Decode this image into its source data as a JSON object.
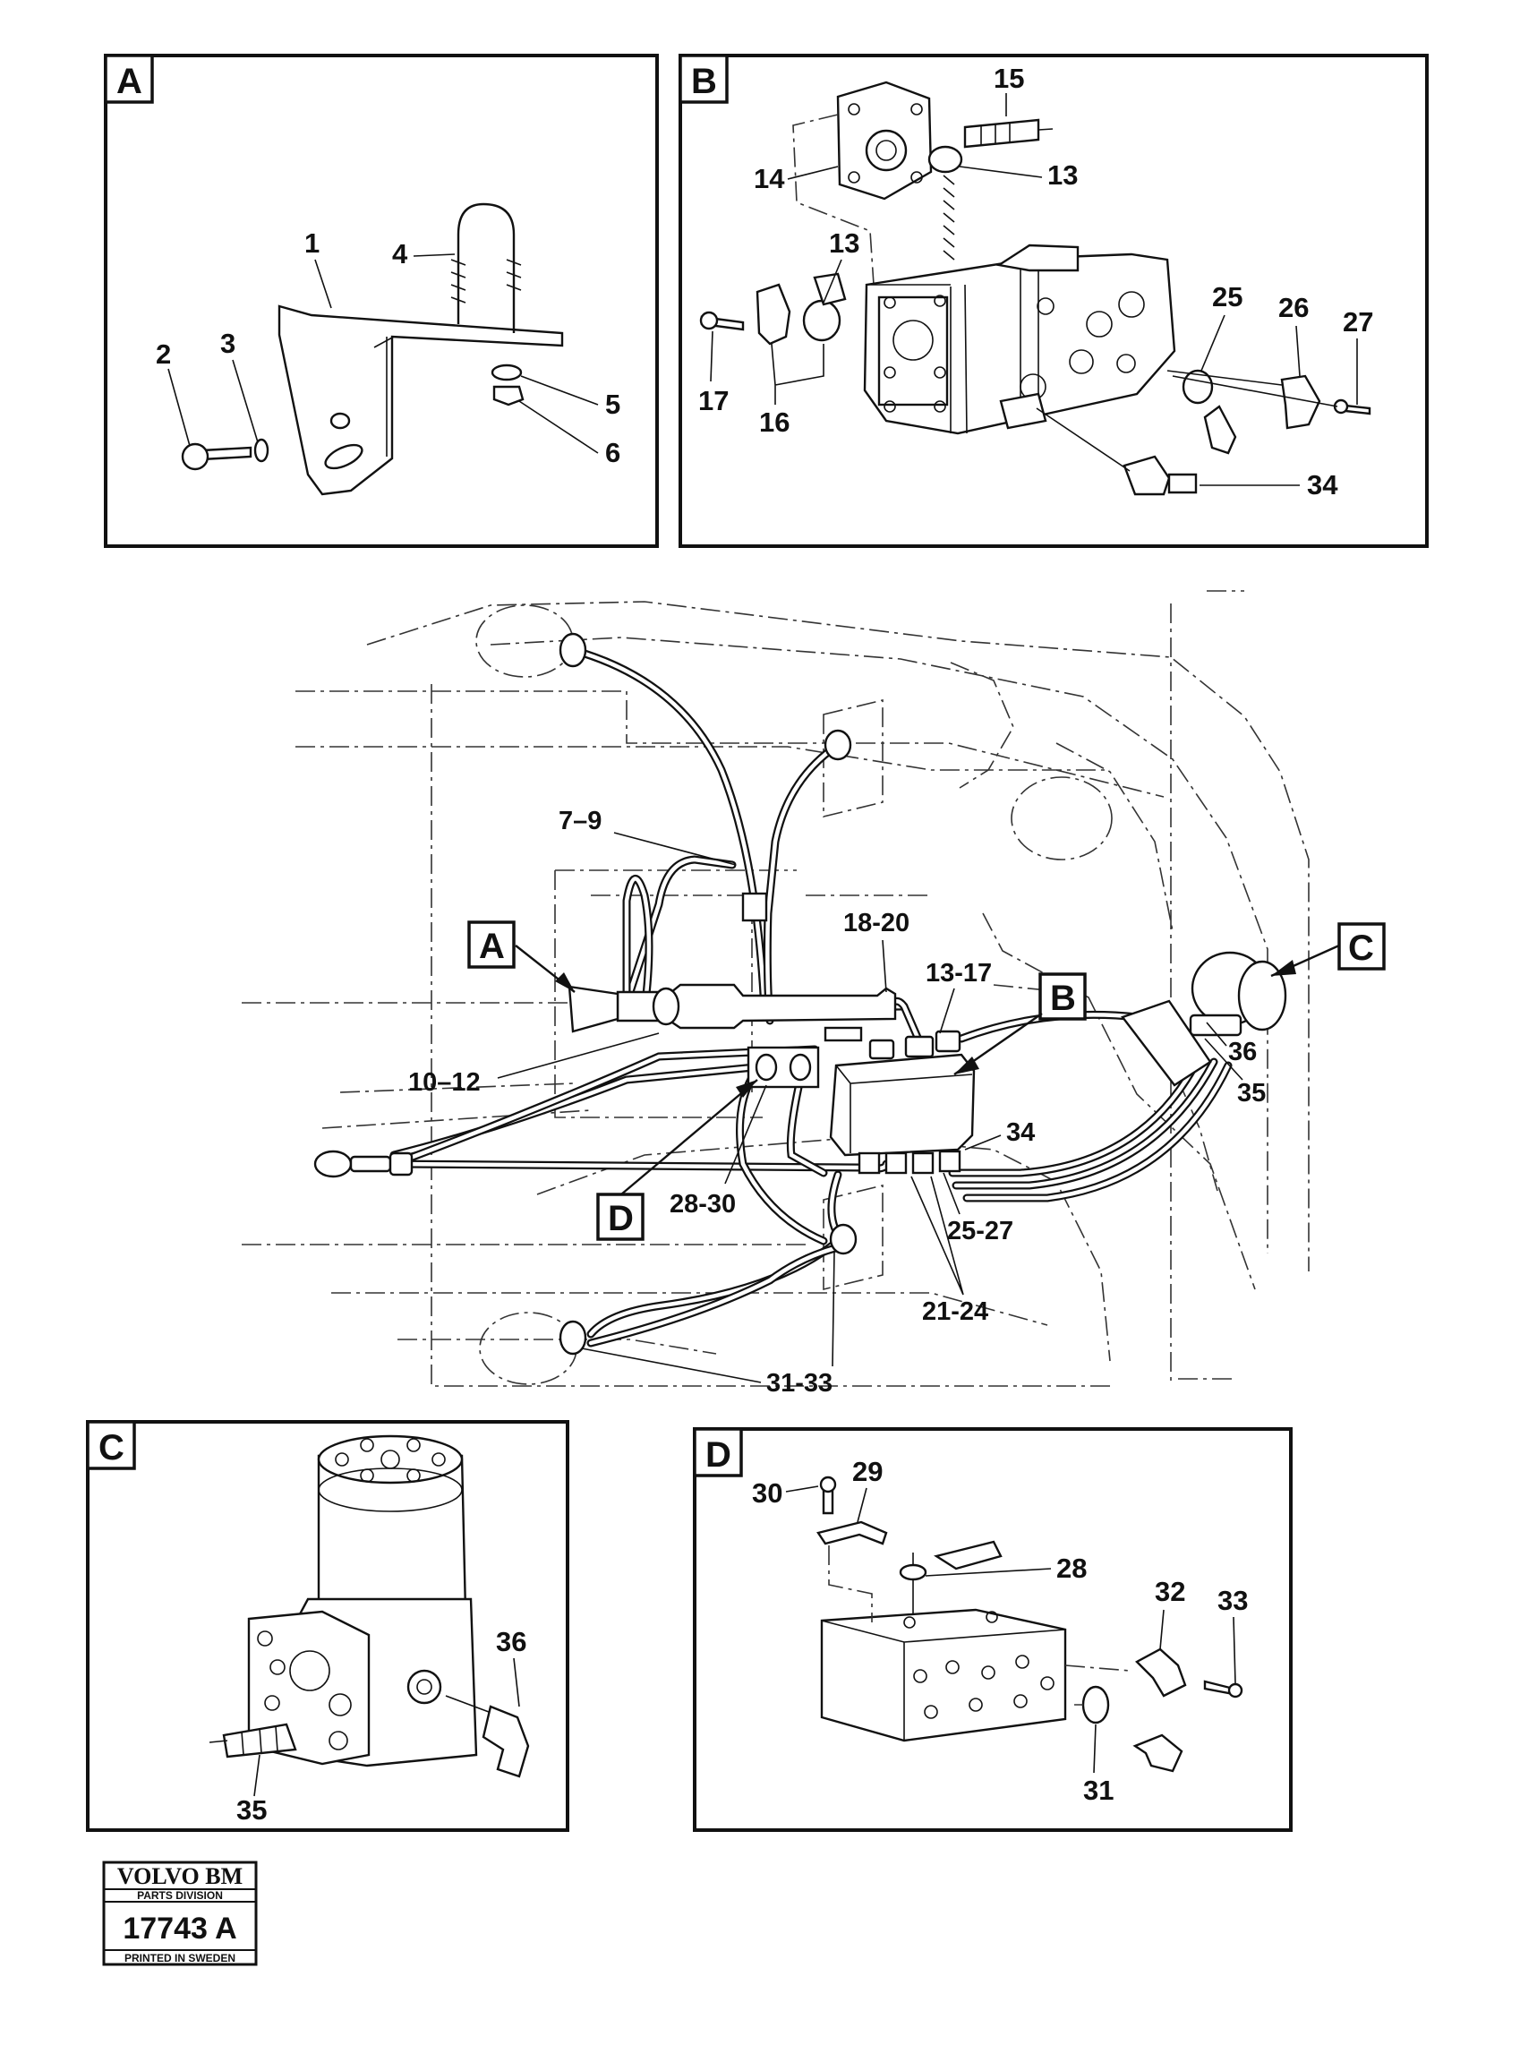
{
  "panels": {
    "A": {
      "label": "A",
      "callouts": [
        "1",
        "2",
        "3",
        "4",
        "5",
        "6"
      ]
    },
    "B": {
      "label": "B",
      "callouts": [
        "15",
        "14",
        "13",
        "13",
        "17",
        "16",
        "25",
        "26",
        "27",
        "34"
      ]
    },
    "C": {
      "label": "C",
      "callouts": [
        "36",
        "35"
      ]
    },
    "D": {
      "label": "D",
      "callouts": [
        "30",
        "29",
        "28",
        "32",
        "33",
        "31"
      ]
    }
  },
  "main": {
    "markers": [
      "A",
      "B",
      "C",
      "D"
    ],
    "callouts": [
      "7–9",
      "18-20",
      "13-17",
      "10–12",
      "36",
      "35",
      "34",
      "28-30",
      "25-27",
      "21-24",
      "31-33"
    ]
  },
  "stamp": {
    "brand": "VOLVO BM",
    "division": "PARTS DIVISION",
    "number": "17743 A",
    "printed": "PRINTED IN SWEDEN"
  }
}
